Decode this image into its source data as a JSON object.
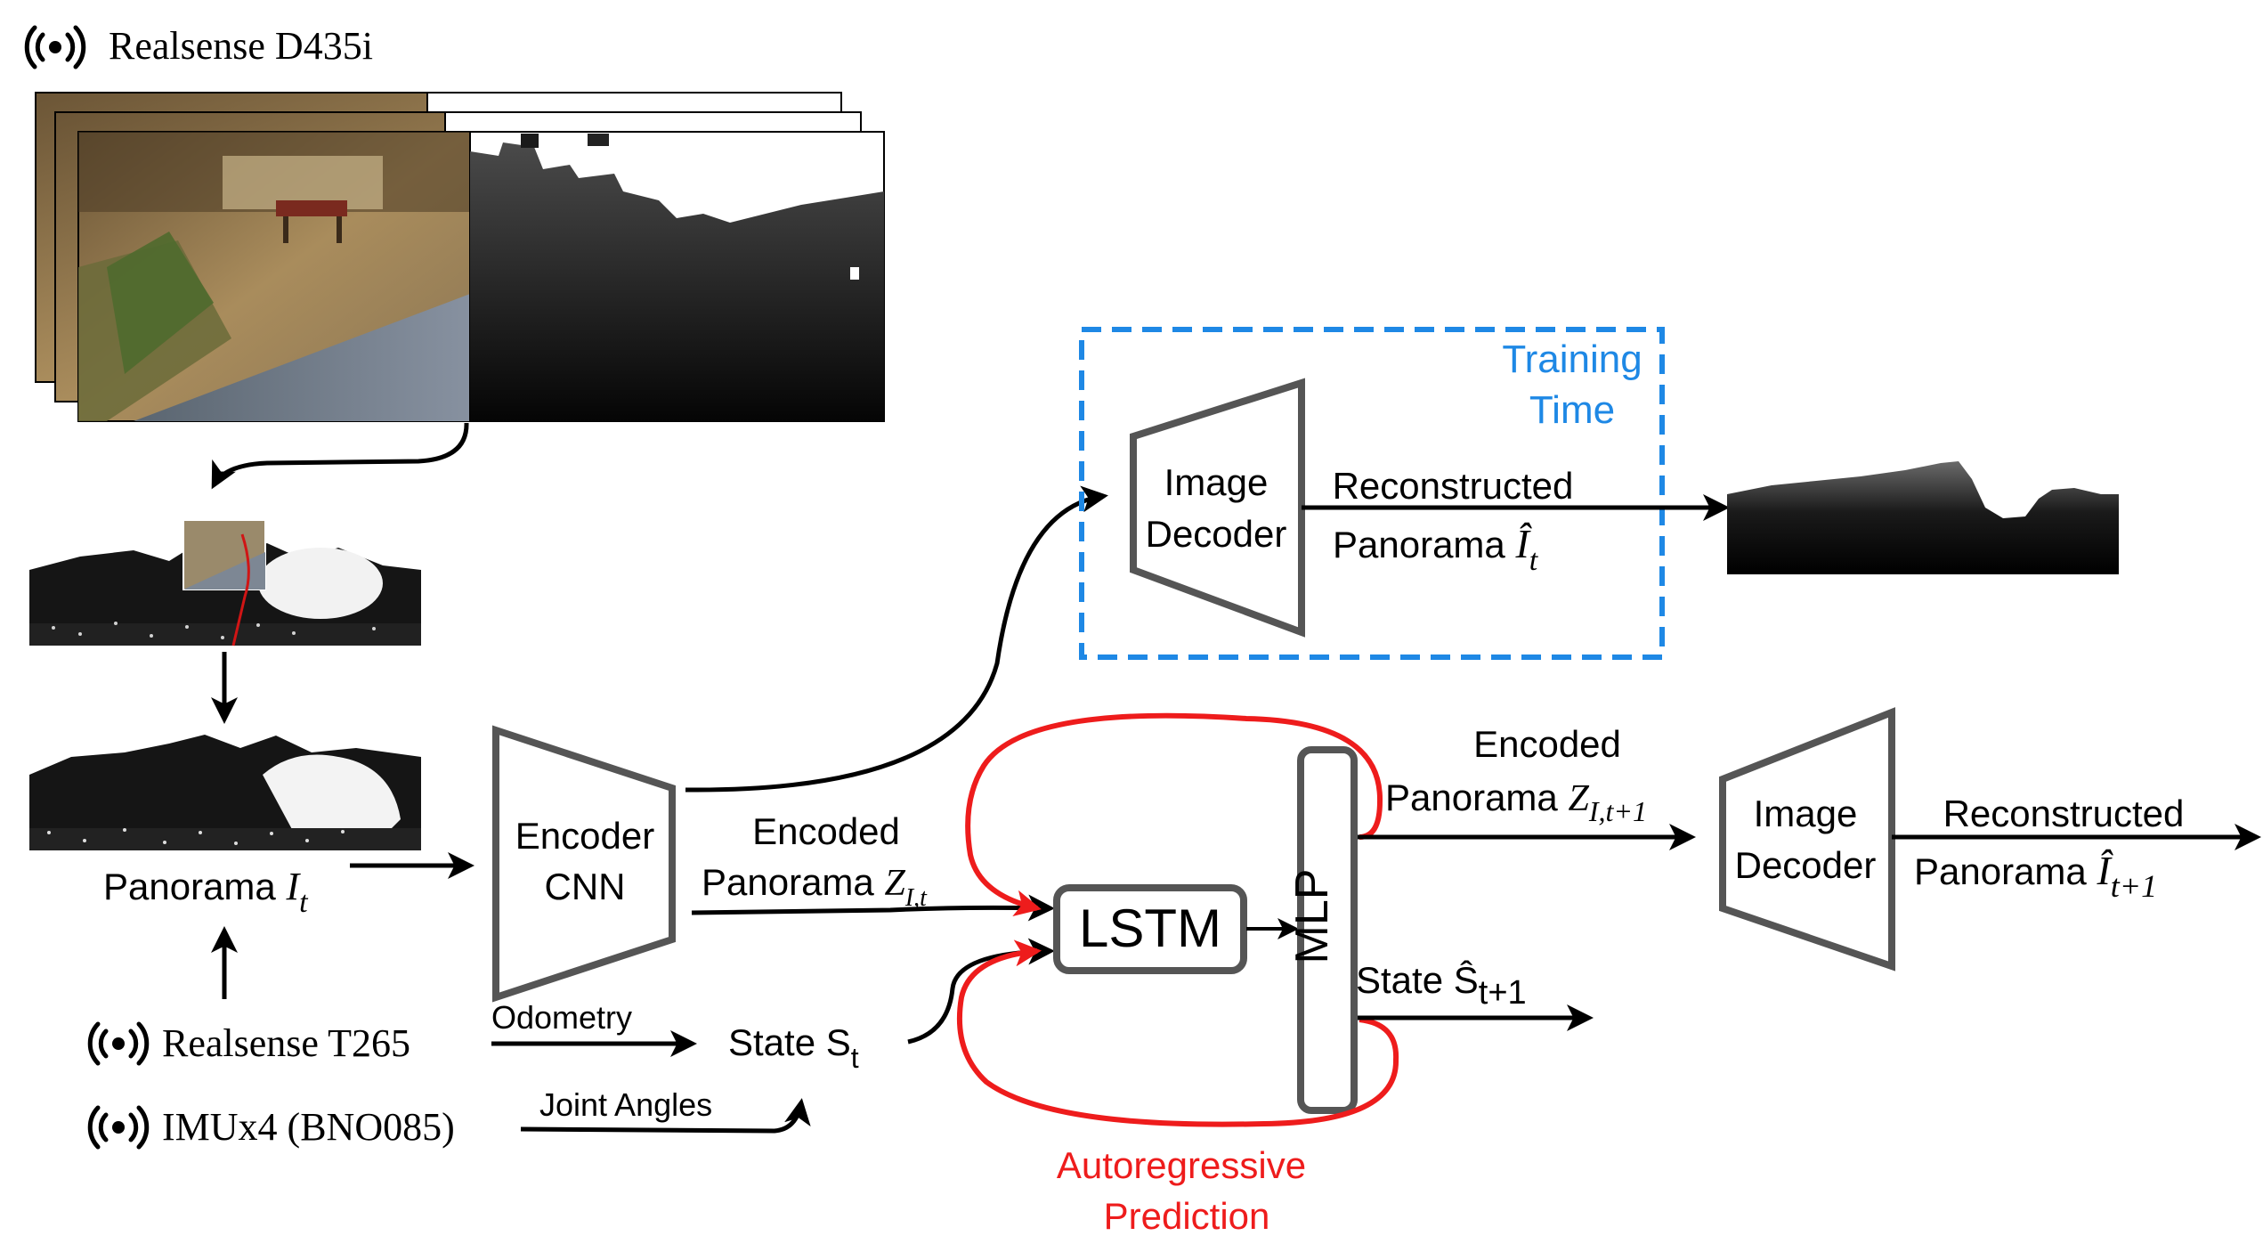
{
  "sensors": {
    "d435i": "Realsense D435i",
    "t265": "Realsense T265",
    "imu": "IMUx4 (BNO085)"
  },
  "panorama_input": {
    "prefix": "Panorama ",
    "symbol": "I",
    "sub": "t"
  },
  "encoder": {
    "line1": "Encoder",
    "line2": "CNN"
  },
  "encoded_panorama": {
    "line1": "Encoded",
    "line2_prefix": "Panorama ",
    "symbol": "Z",
    "sub": "I,t"
  },
  "odometry": "Odometry",
  "joint_angles": "Joint Angles",
  "state": {
    "prefix": "State S",
    "sub": "t"
  },
  "lstm": "LSTM",
  "mlp": "MLP",
  "training": {
    "line1": "Training",
    "line2": "Time",
    "decoder_line1": "Image",
    "decoder_line2": "Decoder",
    "recon_line1": "Reconstructed",
    "recon_line2_prefix": "Panorama ",
    "recon_symbol": "Î",
    "recon_sub": "t"
  },
  "next_encoded": {
    "line1": "Encoded",
    "line2_prefix": "Panorama ",
    "symbol": "Z",
    "sub": "I,t+1"
  },
  "next_state": {
    "prefix": "State Ŝ",
    "sub": "t+1"
  },
  "decoder2": {
    "line1": "Image",
    "line2": "Decoder"
  },
  "next_recon": {
    "line1": "Reconstructed",
    "line2_prefix": "Panorama ",
    "symbol": "Î",
    "sub": "t+1"
  },
  "autoregressive": {
    "line1": "Autoregressive",
    "line2": "Prediction"
  },
  "colors": {
    "box_stroke": "#555555",
    "arrow": "#000000",
    "autoregressive": "#ee1c1c",
    "training_frame": "#1e88e5"
  }
}
